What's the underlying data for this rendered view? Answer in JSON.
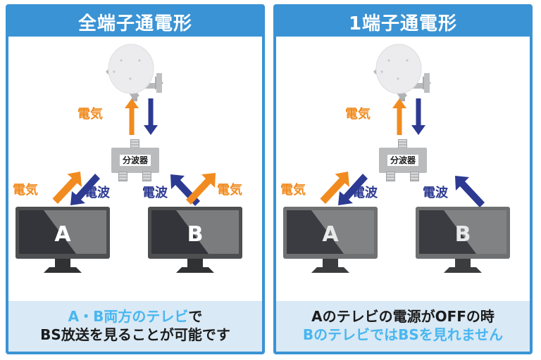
{
  "colors": {
    "frame_blue": "#3a93d4",
    "caption_bg": "#d9e9f5",
    "accent_light_blue": "#49b6f0",
    "arrow_orange": "#f18b1f",
    "arrow_navy": "#2c3a92",
    "text_black": "#1b1b1b",
    "device_gray": "#b9bbbd",
    "tv_body": "#4d4f50",
    "tv_screen": "#33353a",
    "tv_screen_light": "#7a7c7e"
  },
  "panels": [
    {
      "title": "全端子通電形",
      "diagram": {
        "dish_icon": "satellite-dish-icon",
        "splitter_label": "分波器",
        "vertical": {
          "up_label": "電気",
          "up_color": "#f18b1f",
          "down_color": "#2c3a92"
        },
        "left_tv": {
          "letter": "A",
          "powered": true,
          "labels": [
            {
              "text": "電気",
              "color": "#f18b1f",
              "direction": "up-right"
            },
            {
              "text": "電波",
              "color": "#2c3a92",
              "direction": "down-left"
            }
          ]
        },
        "right_tv": {
          "letter": "B",
          "powered": true,
          "labels": [
            {
              "text": "電波",
              "color": "#2c3a92",
              "direction": "down-right"
            },
            {
              "text": "電気",
              "color": "#f18b1f",
              "direction": "up-left"
            }
          ]
        }
      },
      "caption": [
        {
          "segments": [
            {
              "text": "A・B両方のテレビ",
              "color": "#49b6f0"
            },
            {
              "text": "で",
              "color": "#1b1b1b"
            }
          ]
        },
        {
          "segments": [
            {
              "text": "BS放送を見ることが可能です",
              "color": "#1b1b1b"
            }
          ]
        }
      ]
    },
    {
      "title": "1端子通電形",
      "diagram": {
        "dish_icon": "satellite-dish-icon",
        "splitter_label": "分波器",
        "vertical": {
          "up_label": "電気",
          "up_color": "#f18b1f",
          "down_color": "#2c3a92"
        },
        "left_tv": {
          "letter": "A",
          "powered": false,
          "labels": [
            {
              "text": "電気",
              "color": "#f18b1f",
              "direction": "up-right"
            },
            {
              "text": "電波",
              "color": "#2c3a92",
              "direction": "down-left"
            }
          ]
        },
        "right_tv": {
          "letter": "B",
          "powered": false,
          "labels": [
            {
              "text": "電波",
              "color": "#2c3a92",
              "direction": "down-right"
            }
          ]
        }
      },
      "caption": [
        {
          "segments": [
            {
              "text": "Aのテレビの電源がOFFの時",
              "color": "#1b1b1b"
            }
          ]
        },
        {
          "segments": [
            {
              "text": "BのテレビではBSを見れません",
              "color": "#49b6f0"
            }
          ]
        }
      ]
    }
  ]
}
